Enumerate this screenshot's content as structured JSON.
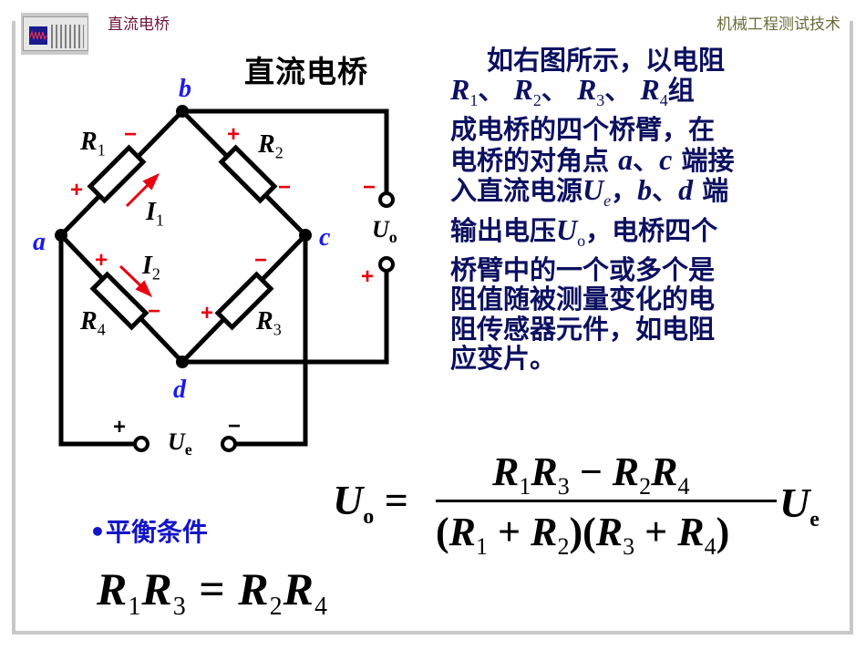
{
  "header": {
    "left_title": "直流电桥",
    "right_title": "机械工程测试技术",
    "logo_icon": "oscilloscope-icon"
  },
  "slide": {
    "title": "直流电桥",
    "paragraph": {
      "line1": "如右图所示，以电阻",
      "line2_parts": [
        "R",
        "1",
        "、",
        "R",
        "2",
        "、",
        "R",
        "3",
        "、",
        "R",
        "4",
        "组"
      ],
      "line3": "成电桥的四个桥臂，在",
      "line4_a": "电桥的对角点",
      "line4_a_var": "a",
      "line4_sep": "、",
      "line4_c_var": "c",
      "line4_end": "端接",
      "line5_a": "入直流电源",
      "line5_U": "U",
      "line5_sub": "e",
      "line5_b": "，",
      "line5_b_var": "b",
      "line5_sep": "、",
      "line5_d_var": "d",
      "line5_end": "端",
      "line6_a": "输出电压",
      "line6_U": "U",
      "line6_sub": "o",
      "line6_end": "，电桥四个",
      "line7": "桥臂中的一个或多个是",
      "line8": "阻值随被测量变化的电",
      "line9": "阻传感器元件，如电阻",
      "line10": "应变片。"
    }
  },
  "circuit": {
    "nodes": {
      "a": "a",
      "b": "b",
      "c": "c",
      "d": "d"
    },
    "resistors": [
      {
        "name": "R",
        "sub": "1"
      },
      {
        "name": "R",
        "sub": "2"
      },
      {
        "name": "R",
        "sub": "3"
      },
      {
        "name": "R",
        "sub": "4"
      }
    ],
    "currents": [
      {
        "name": "I",
        "sub": "1"
      },
      {
        "name": "I",
        "sub": "2"
      }
    ],
    "output": {
      "name": "U",
      "sub": "o"
    },
    "source": {
      "name": "U",
      "sub": "e"
    },
    "signs": {
      "plus": "+",
      "minus": "−"
    },
    "colors": {
      "wire": "#000000",
      "node_label": "#1a1aee",
      "polarity": "#e8000f",
      "arrow": "#e8000f"
    }
  },
  "formula": {
    "lhs": "U",
    "lhs_sub": "o",
    "equals": "=",
    "numerator": [
      "R",
      "1",
      "R",
      "3",
      "−",
      "R",
      "2",
      "R",
      "4"
    ],
    "denominator": [
      "(",
      "R",
      "1",
      "+",
      "R",
      "2",
      ")(",
      "R",
      "3",
      "+",
      "R",
      "4",
      ")"
    ],
    "rhs": "U",
    "rhs_sub": "e"
  },
  "balance": {
    "heading": "•平衡条件",
    "eq": [
      "R",
      "1",
      "R",
      "3",
      "=",
      "R",
      "2",
      "R",
      "4"
    ]
  }
}
